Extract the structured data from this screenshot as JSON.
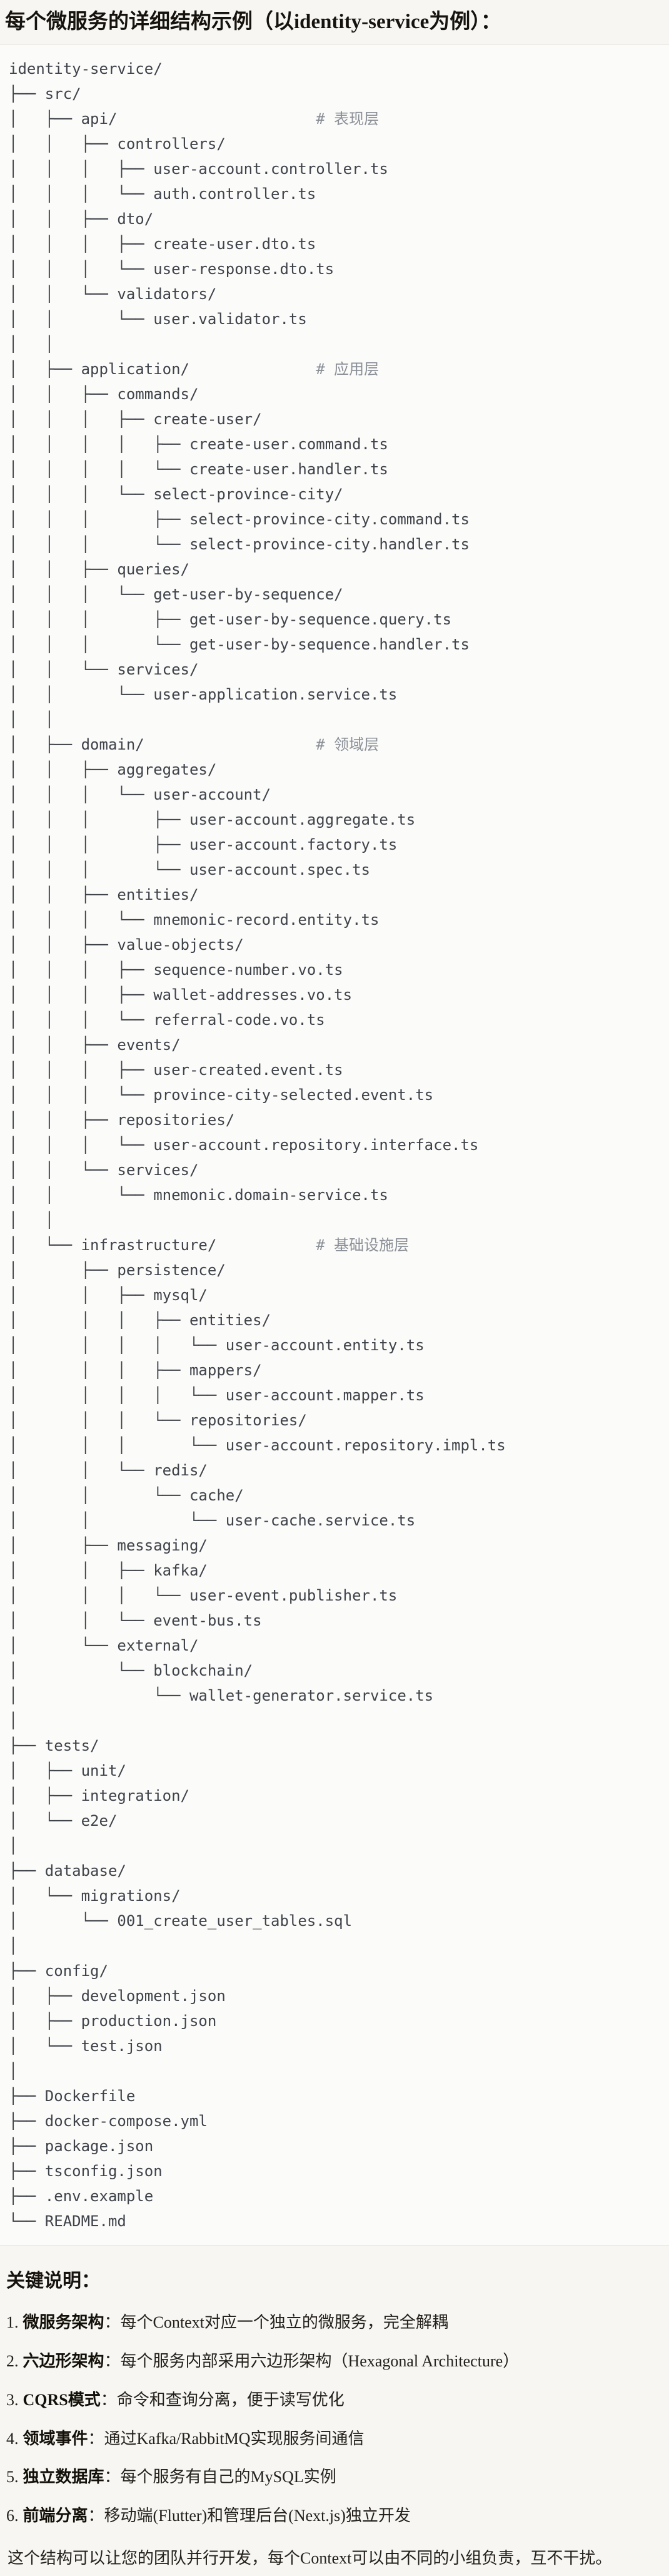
{
  "colors": {
    "page_background": "#f7f6f2",
    "code_background": "#fbfbf9",
    "code_border": "#e9e8e4",
    "code_text": "#3f434a",
    "comment_text": "#8a8f96"
  },
  "page": {
    "title": "每个微服务的详细结构示例（以identity-service为例）："
  },
  "tree": {
    "lines": [
      "identity-service/",
      "├── src/",
      "│   ├── api/                      # 表现层",
      "│   │   ├── controllers/",
      "│   │   │   ├── user-account.controller.ts",
      "│   │   │   └── auth.controller.ts",
      "│   │   ├── dto/",
      "│   │   │   ├── create-user.dto.ts",
      "│   │   │   └── user-response.dto.ts",
      "│   │   └── validators/",
      "│   │       └── user.validator.ts",
      "│   │",
      "│   ├── application/              # 应用层",
      "│   │   ├── commands/",
      "│   │   │   ├── create-user/",
      "│   │   │   │   ├── create-user.command.ts",
      "│   │   │   │   └── create-user.handler.ts",
      "│   │   │   └── select-province-city/",
      "│   │   │       ├── select-province-city.command.ts",
      "│   │   │       └── select-province-city.handler.ts",
      "│   │   ├── queries/",
      "│   │   │   └── get-user-by-sequence/",
      "│   │   │       ├── get-user-by-sequence.query.ts",
      "│   │   │       └── get-user-by-sequence.handler.ts",
      "│   │   └── services/",
      "│   │       └── user-application.service.ts",
      "│   │",
      "│   ├── domain/                   # 领域层",
      "│   │   ├── aggregates/",
      "│   │   │   └── user-account/",
      "│   │   │       ├── user-account.aggregate.ts",
      "│   │   │       ├── user-account.factory.ts",
      "│   │   │       └── user-account.spec.ts",
      "│   │   ├── entities/",
      "│   │   │   └── mnemonic-record.entity.ts",
      "│   │   ├── value-objects/",
      "│   │   │   ├── sequence-number.vo.ts",
      "│   │   │   ├── wallet-addresses.vo.ts",
      "│   │   │   └── referral-code.vo.ts",
      "│   │   ├── events/",
      "│   │   │   ├── user-created.event.ts",
      "│   │   │   └── province-city-selected.event.ts",
      "│   │   ├── repositories/",
      "│   │   │   └── user-account.repository.interface.ts",
      "│   │   └── services/",
      "│   │       └── mnemonic.domain-service.ts",
      "│   │",
      "│   └── infrastructure/           # 基础设施层",
      "│       ├── persistence/",
      "│       │   ├── mysql/",
      "│       │   │   ├── entities/",
      "│       │   │   │   └── user-account.entity.ts",
      "│       │   │   ├── mappers/",
      "│       │   │   │   └── user-account.mapper.ts",
      "│       │   │   └── repositories/",
      "│       │   │       └── user-account.repository.impl.ts",
      "│       │   └── redis/",
      "│       │       └── cache/",
      "│       │           └── user-cache.service.ts",
      "│       ├── messaging/",
      "│       │   ├── kafka/",
      "│       │   │   └── user-event.publisher.ts",
      "│       │   └── event-bus.ts",
      "│       └── external/",
      "│           └── blockchain/",
      "│               └── wallet-generator.service.ts",
      "│",
      "├── tests/",
      "│   ├── unit/",
      "│   ├── integration/",
      "│   └── e2e/",
      "│",
      "├── database/",
      "│   └── migrations/",
      "│       └── 001_create_user_tables.sql",
      "│",
      "├── config/",
      "│   ├── development.json",
      "│   ├── production.json",
      "│   └── test.json",
      "│",
      "├── Dockerfile",
      "├── docker-compose.yml",
      "├── package.json",
      "├── tsconfig.json",
      "├── .env.example",
      "└── README.md"
    ]
  },
  "notes": {
    "heading": "关键说明：",
    "items": [
      {
        "num": "1.",
        "label": "微服务架构",
        "sep": "：",
        "text": "每个Context对应一个独立的微服务，完全解耦"
      },
      {
        "num": "2.",
        "label": "六边形架构",
        "sep": "：",
        "text": "每个服务内部采用六边形架构（Hexagonal Architecture）"
      },
      {
        "num": "3.",
        "label": "CQRS模式",
        "sep": "：",
        "text": "命令和查询分离，便于读写优化"
      },
      {
        "num": "4.",
        "label": "领域事件",
        "sep": "：",
        "text": "通过Kafka/RabbitMQ实现服务间通信"
      },
      {
        "num": "5.",
        "label": "独立数据库",
        "sep": "：",
        "text": "每个服务有自己的MySQL实例"
      },
      {
        "num": "6.",
        "label": "前端分离",
        "sep": "：",
        "text": "移动端(Flutter)和管理后台(Next.js)独立开发"
      }
    ],
    "footer": "这个结构可以让您的团队并行开发，每个Context可以由不同的小组负责，互不干扰。"
  }
}
